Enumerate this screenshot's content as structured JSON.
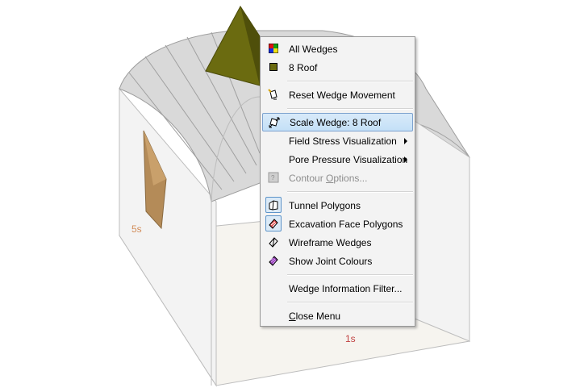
{
  "scene": {
    "axis_labels": {
      "left": "5s",
      "bottom": "1s"
    },
    "colors": {
      "roof_wedge": "#6b6b10",
      "side_wedge": "#b48b58",
      "roof_panels": "#d9d9d9",
      "walls": "#f3f3f3",
      "floor": "#f6f4ef",
      "left_label": "#d28d5a",
      "bottom_label": "#c04040"
    }
  },
  "menu": {
    "items": [
      {
        "id": "all-wedges",
        "label": "All Wedges",
        "icon": "all-wedges-icon"
      },
      {
        "id": "roof",
        "label": "8  Roof",
        "icon": "roof-color-swatch-icon"
      },
      {
        "sep": true
      },
      {
        "id": "reset-wedge-movement",
        "label": "Reset Wedge Movement",
        "icon": "reset-wedge-movement-icon"
      },
      {
        "sep": true
      },
      {
        "id": "scale-wedge",
        "label": "Scale Wedge: 8  Roof",
        "icon": "scale-wedge-icon",
        "highlighted": true
      },
      {
        "id": "field-stress-visualization",
        "label": "Field Stress Visualization",
        "submenu": true
      },
      {
        "id": "pore-pressure-visualization",
        "label": "Pore Pressure Visualization",
        "submenu": true
      },
      {
        "id": "contour-options",
        "label_pre": "Contour ",
        "label_acc": "O",
        "label_post": "ptions...",
        "icon": "contour-options-icon",
        "disabled": true
      },
      {
        "sep": true
      },
      {
        "id": "tunnel-polygons",
        "label": "Tunnel Polygons",
        "icon": "tunnel-polygons-icon",
        "checked": true
      },
      {
        "id": "excavation-face-polygons",
        "label": "Excavation Face Polygons",
        "icon": "excavation-face-polygons-icon",
        "checked": true
      },
      {
        "id": "wireframe-wedges",
        "label": "Wireframe Wedges",
        "icon": "wireframe-wedges-icon"
      },
      {
        "id": "show-joint-colours",
        "label": "Show Joint Colours",
        "icon": "show-joint-colours-icon"
      },
      {
        "sep": true
      },
      {
        "id": "wedge-information-filter",
        "label": "Wedge Information Filter...",
        "icon": null
      },
      {
        "sep": true
      },
      {
        "id": "close-menu",
        "label_pre": "",
        "label_acc": "C",
        "label_post": "lose Menu",
        "icon": null
      }
    ]
  }
}
